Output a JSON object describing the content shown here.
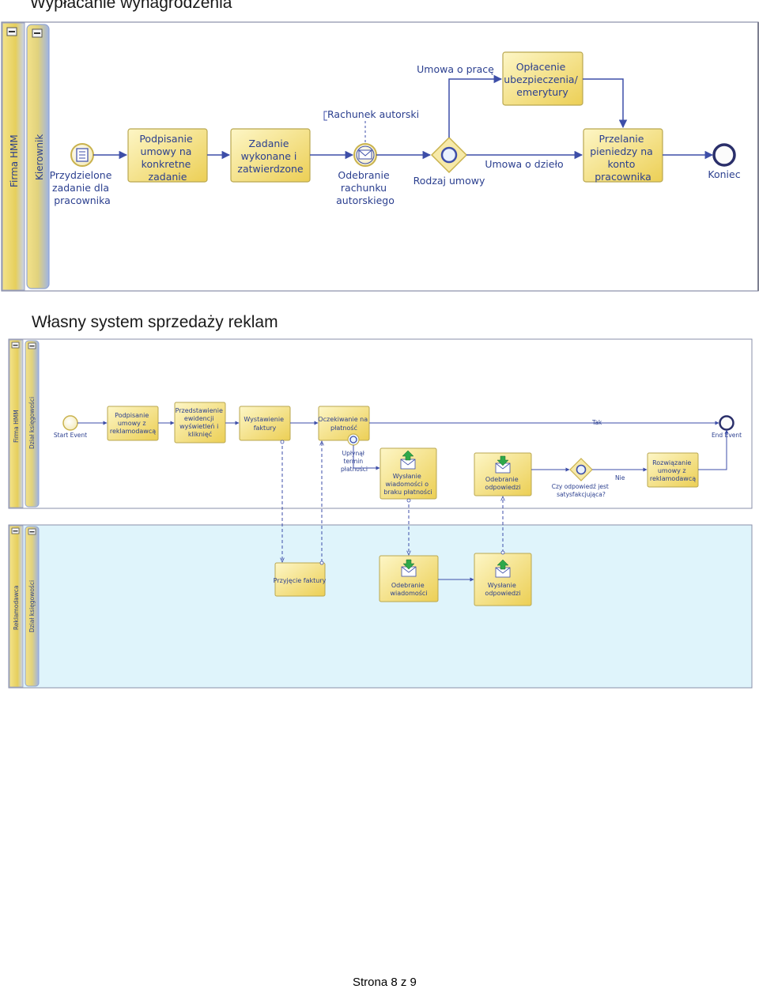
{
  "page": {
    "heading1": "Wypłacanie wynagrodzenia",
    "heading2": "Własny system sprzedaży reklam",
    "footer": "Strona 8 z 9"
  },
  "diagram1": {
    "pool": "Firma HMM",
    "lane": "Kierownik",
    "start": [
      "Przydzielone",
      "zadanie dla",
      "pracownika"
    ],
    "task1": [
      "Podpisanie",
      "umowy na",
      "konkretne",
      "zadanie"
    ],
    "task2": [
      "Zadanie",
      "wykonane i",
      "zatwierdzone"
    ],
    "annotation": "Rachunek autorski",
    "msg_event": [
      "Odebranie",
      "rachunku",
      "autorskiego"
    ],
    "gateway": "Rodzaj umowy",
    "flow_up": "Umowa o pracę",
    "flow_right": "Umowa o dzieło",
    "task3": [
      "Opłacenie",
      "ubezpieczenia/",
      "emerytury"
    ],
    "task4": [
      "Przelanie",
      "pieniedzy na",
      "konto",
      "pracownika"
    ],
    "end": "Koniec"
  },
  "diagram2": {
    "pool1": "Firma HMM",
    "lane1": "Dział księgowości",
    "pool2": "Reklamodawca",
    "lane2": "Dział księgowości",
    "start": "Start Event",
    "t1": [
      "Podpisanie",
      "umowy z",
      "reklamodawcą"
    ],
    "t2": [
      "Przedstawienie",
      "ewidencji",
      "wyświetleń i",
      "kliknięć"
    ],
    "t3": [
      "Wystawienie",
      "faktury"
    ],
    "t4": [
      "Oczekiwanie na",
      "płatność"
    ],
    "timer": [
      "Upłynął",
      "termin",
      "płatności"
    ],
    "t5": [
      "Wysłanie",
      "wiadomości o",
      "braku płatności"
    ],
    "t6": [
      "Odebranie",
      "odpowiedzi"
    ],
    "gateway": [
      "Czy odpowiedź jest",
      "satysfakcjująca?"
    ],
    "yes": "Tak",
    "no": "Nie",
    "t7": [
      "Rozwiązanie",
      "umowy  z",
      "reklamodawcą"
    ],
    "end": "End Event",
    "r1": "Przyjęcie faktury",
    "r2": [
      "Odebranie",
      "wiadomości"
    ],
    "r3": [
      "Wysłanie",
      "odpowiedzi"
    ]
  },
  "colors": {
    "task_fill": "#f6e48a",
    "lane_fill": "#dff4fb",
    "text": "#2b3f8f",
    "line": "#3d4ea8"
  }
}
